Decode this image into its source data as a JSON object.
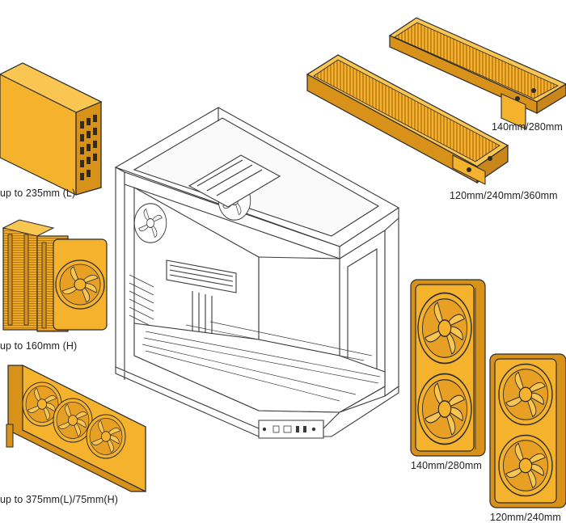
{
  "labels": {
    "psu": "up to 235mm (L)",
    "cpu_cooler": "up to 160mm (H)",
    "gpu": "up to 375mm(L)/75mm(H)",
    "top_radiator_small": "140mm/280mm",
    "top_radiator_large": "120mm/240mm/360mm",
    "side_aio_large": "140mm/280mm",
    "side_aio_small": "120mm/240mm"
  },
  "colors": {
    "component_fill": "#f5b22c",
    "component_shade": "#d8921a",
    "component_dark": "#a8690d",
    "outline": "#2a2a2a",
    "case_stroke": "#3a3a3a",
    "case_fill": "#ffffff"
  },
  "icons": [
    "psu-icon",
    "cpu-cooler-icon",
    "gpu-icon",
    "radiator-icon",
    "aio-radiator-icon",
    "case-icon"
  ]
}
